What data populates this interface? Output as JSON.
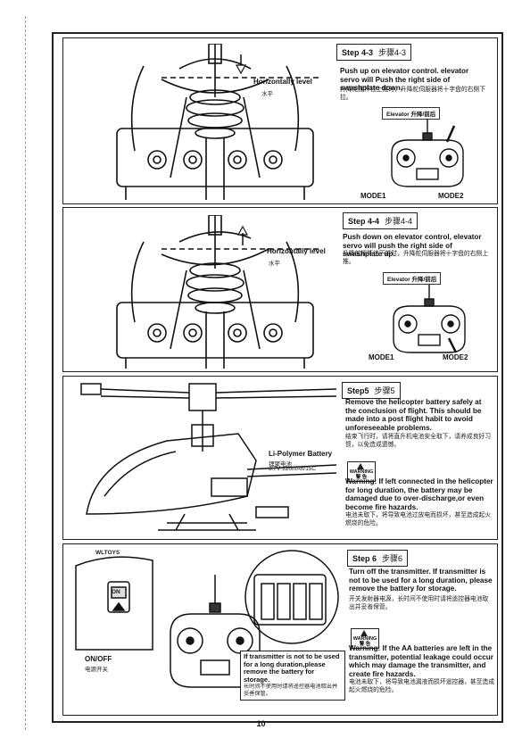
{
  "page_number": "10",
  "step43": {
    "label": "Step 4-3",
    "label_cn": "步骤4-3",
    "text": "Push up on elevator control. elevator servo will Push the right side of swashplate down.",
    "text_cn": "升降舵摇杆往上推时，升降舵伺服器将十字盘的右侧下拉。",
    "level_label": "Horizontally level",
    "level_label_cn": "水平",
    "elevator_label": "Elevator 升降/前后",
    "mode1": "MODE1",
    "mode2": "MODE2"
  },
  "step44": {
    "label": "Step 4-4",
    "label_cn": "步骤4-4",
    "text": "Push down on elevator control, elevator servo will push the right side of swashplate up.",
    "text_cn": "升降舵摇杆往下推时，升降舵伺服器将十字盘的右侧上推。",
    "level_label": "Horizontally level",
    "level_label_cn": "水平",
    "elevator_label": "Elevator 升降/前后",
    "mode1": "MODE1",
    "mode2": "MODE2"
  },
  "step5": {
    "label": "Step5",
    "label_cn": "步骤5",
    "text": "Remove the helicopter battery safely at the conclusion of flight. This should be made into a post flight habit to avoid unforeseeable problems.",
    "text_cn": "结束飞行时，请将直升机电池安全取下，请养成良好习惯，以免造成遗憾。",
    "battery_label": "Li-Polymer Battery",
    "battery_label_cn": "锂聚电池",
    "battery_spec": "3.7V 120mAh/15C",
    "warning_badge": "WARNING",
    "warning_badge_cn": "警 告",
    "warning": "Warning: If left connected in the helicopter for long duration, the battery may be damaged due to over-discharge,or even become fire hazards.",
    "warning_cn": "电池未取下，将导致电池过放电而损坏，甚至造成起火燃烧的危险。"
  },
  "step6": {
    "label": "Step 6",
    "label_cn": "步骤6",
    "text": "Turn off the transmitter. If transmitter is not to be used for a long duration, please remove the battery for storage.",
    "text_cn": "开关发射器电源，长时间不使用时请将遥控器电池取出并妥善保管。",
    "onoff_label": "ON/OFF",
    "onoff_label_cn": "电源开关",
    "switch_on": "ON",
    "brand": "WLTOYS",
    "note": "If transmitter is not to be used for a long duration,please remove the battery for storage.",
    "note_cn": "长时间不使用时请将遥控器电池取出并妥善保管。",
    "warning_badge": "WARNING",
    "warning_badge_cn": "警 告",
    "warning": "Warning: If the AA batteries are left in the transmitter, potential leakage could occur which may damage the transmitter, and create fire hazards.",
    "warning_cn": "电池未取下，将导致电池漏液而损坏遥控器，甚至造成起火燃烧的危险。"
  },
  "colors": {
    "ink": "#111111",
    "paper": "#ffffff"
  },
  "icons": [
    "warning-triangle-icon",
    "arrow-up-icon",
    "arrow-down-icon"
  ]
}
